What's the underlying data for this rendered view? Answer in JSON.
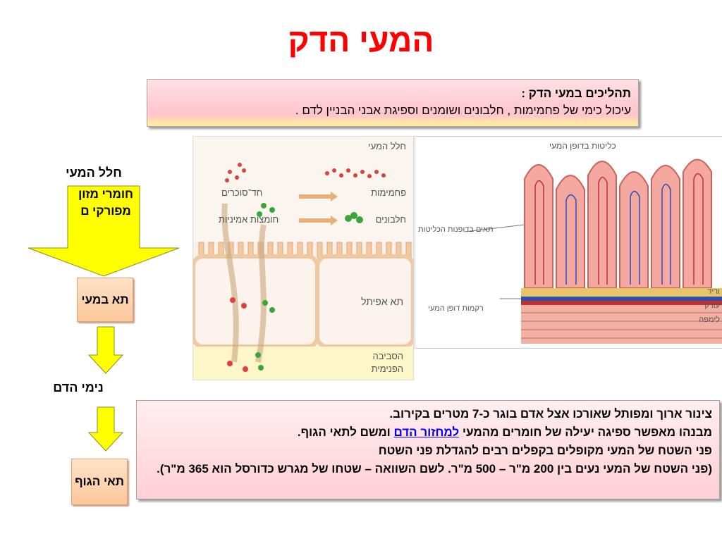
{
  "page": {
    "title": "המעי הדק"
  },
  "top_box": {
    "line1": "תהליכים במעי הדק :",
    "line2": "עיכול כימי של פחמימות , חלבונים ושומנים וספיגת אבני הבניין לדם ."
  },
  "flow": {
    "lumen_label": "חלל המעי",
    "arrow_text": "חומרי מזון מפורקי ם",
    "cell_box": "תא במעי",
    "capillaries_label": "נימי הדם",
    "body_cells_box": "תאי הגוף"
  },
  "figure1": {
    "lumen": "חלל המעי",
    "carbohydrates": "פחמימות",
    "monosaccharides": "חד־סוכרים",
    "proteins": "חלבונים",
    "amino_acids": "חומצות אמיניות",
    "epithelial_cell": "תא אפיתל",
    "internal_env_1": "הסביבה",
    "internal_env_2": "הפנימית"
  },
  "figure2": {
    "villi": "כליטות בדופן המעי",
    "villus_cells": "תאים בדופנות הכליטות",
    "wall_tissues": "רקמות דופן המעי",
    "vein": "וריד",
    "artery": "עורק",
    "lymph": "לימפה"
  },
  "bottom_box": {
    "line1": "צינור ארוך ומפותל שאורכו אצל אדם בוגר כ-7 מטרים בקירוב.",
    "line2_a": "מבנהו מאפשר ספיגה יעילה של חומרים מהמעי ",
    "line2_link": "למחזור הדם",
    "line2_b": " ומשם לתאי הגוף.",
    "line3": "פני השטח של המעי מקופלים בקפלים רבים להגדלת פני השטח",
    "line4": "(פני השטח של המעי נעים בין 200 מ\"ר – 500 מ\"ר. לשם השוואה – שטחו של מגרש כדורסל הוא 365 מ\"ר)."
  },
  "colors": {
    "title": "#ff0000",
    "arrow_fill": "#ffff00",
    "box_pink": "#ffc4cc",
    "orange_box": "#fbc79a",
    "link": "#0000ee"
  }
}
